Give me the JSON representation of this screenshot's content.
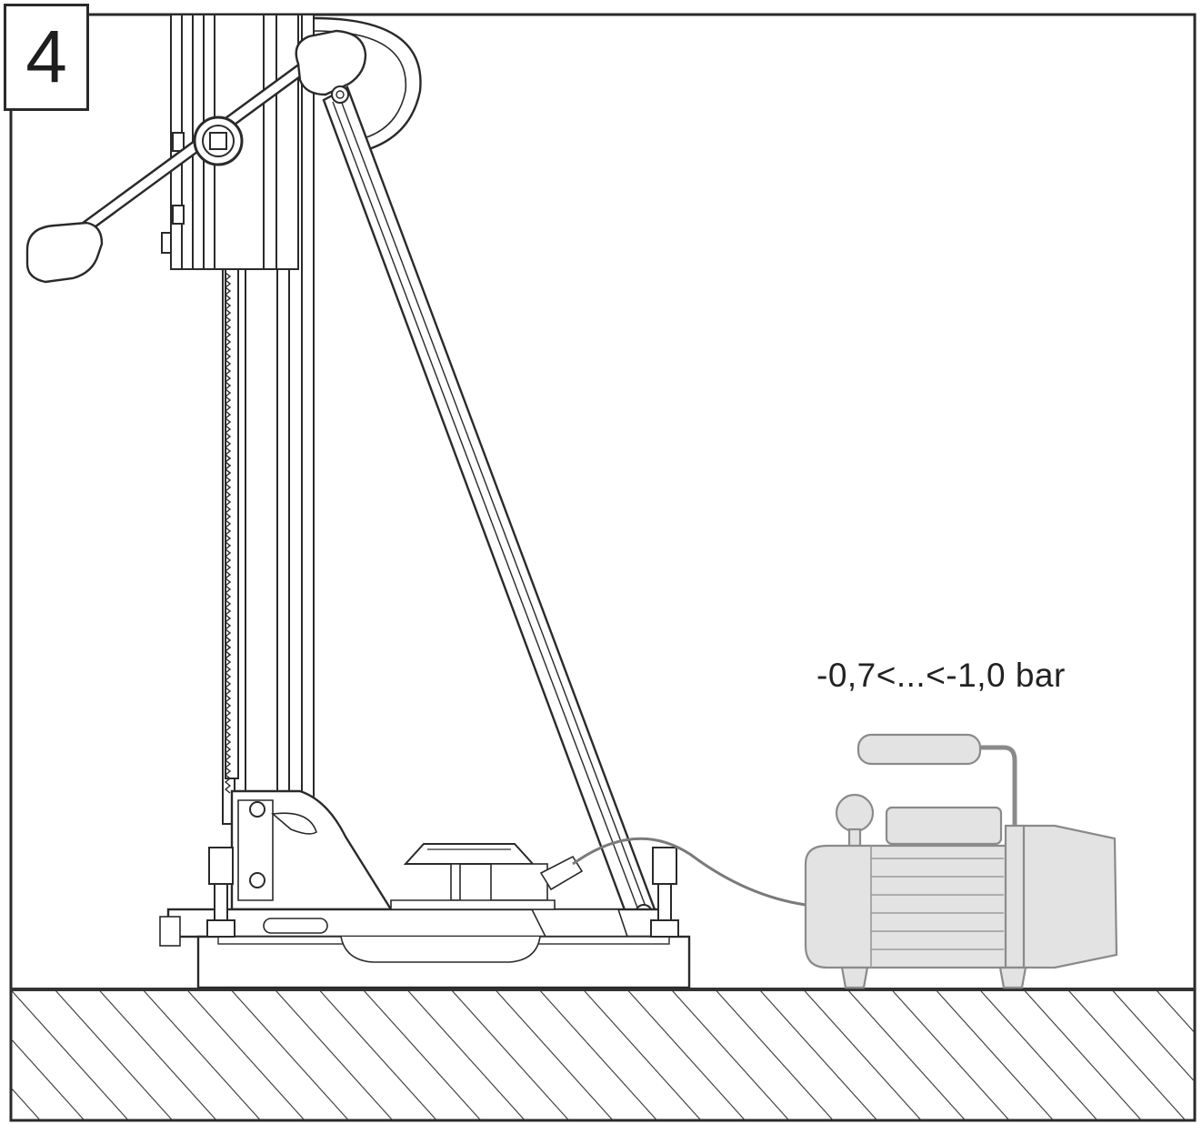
{
  "figure": {
    "step_number": "4",
    "pressure_label": "-0,7<...<-1,0 bar"
  },
  "components": {
    "drill_stand": "drill-stand",
    "vacuum_pump": "vacuum-pump",
    "vacuum_hose": "vacuum-hose",
    "floor": "hatched-floor"
  },
  "colors": {
    "line": "#2a2a2a",
    "pump_fill": "#e3e3e3",
    "pump_stroke": "#8a8a8a",
    "floor_line": "#333333"
  }
}
